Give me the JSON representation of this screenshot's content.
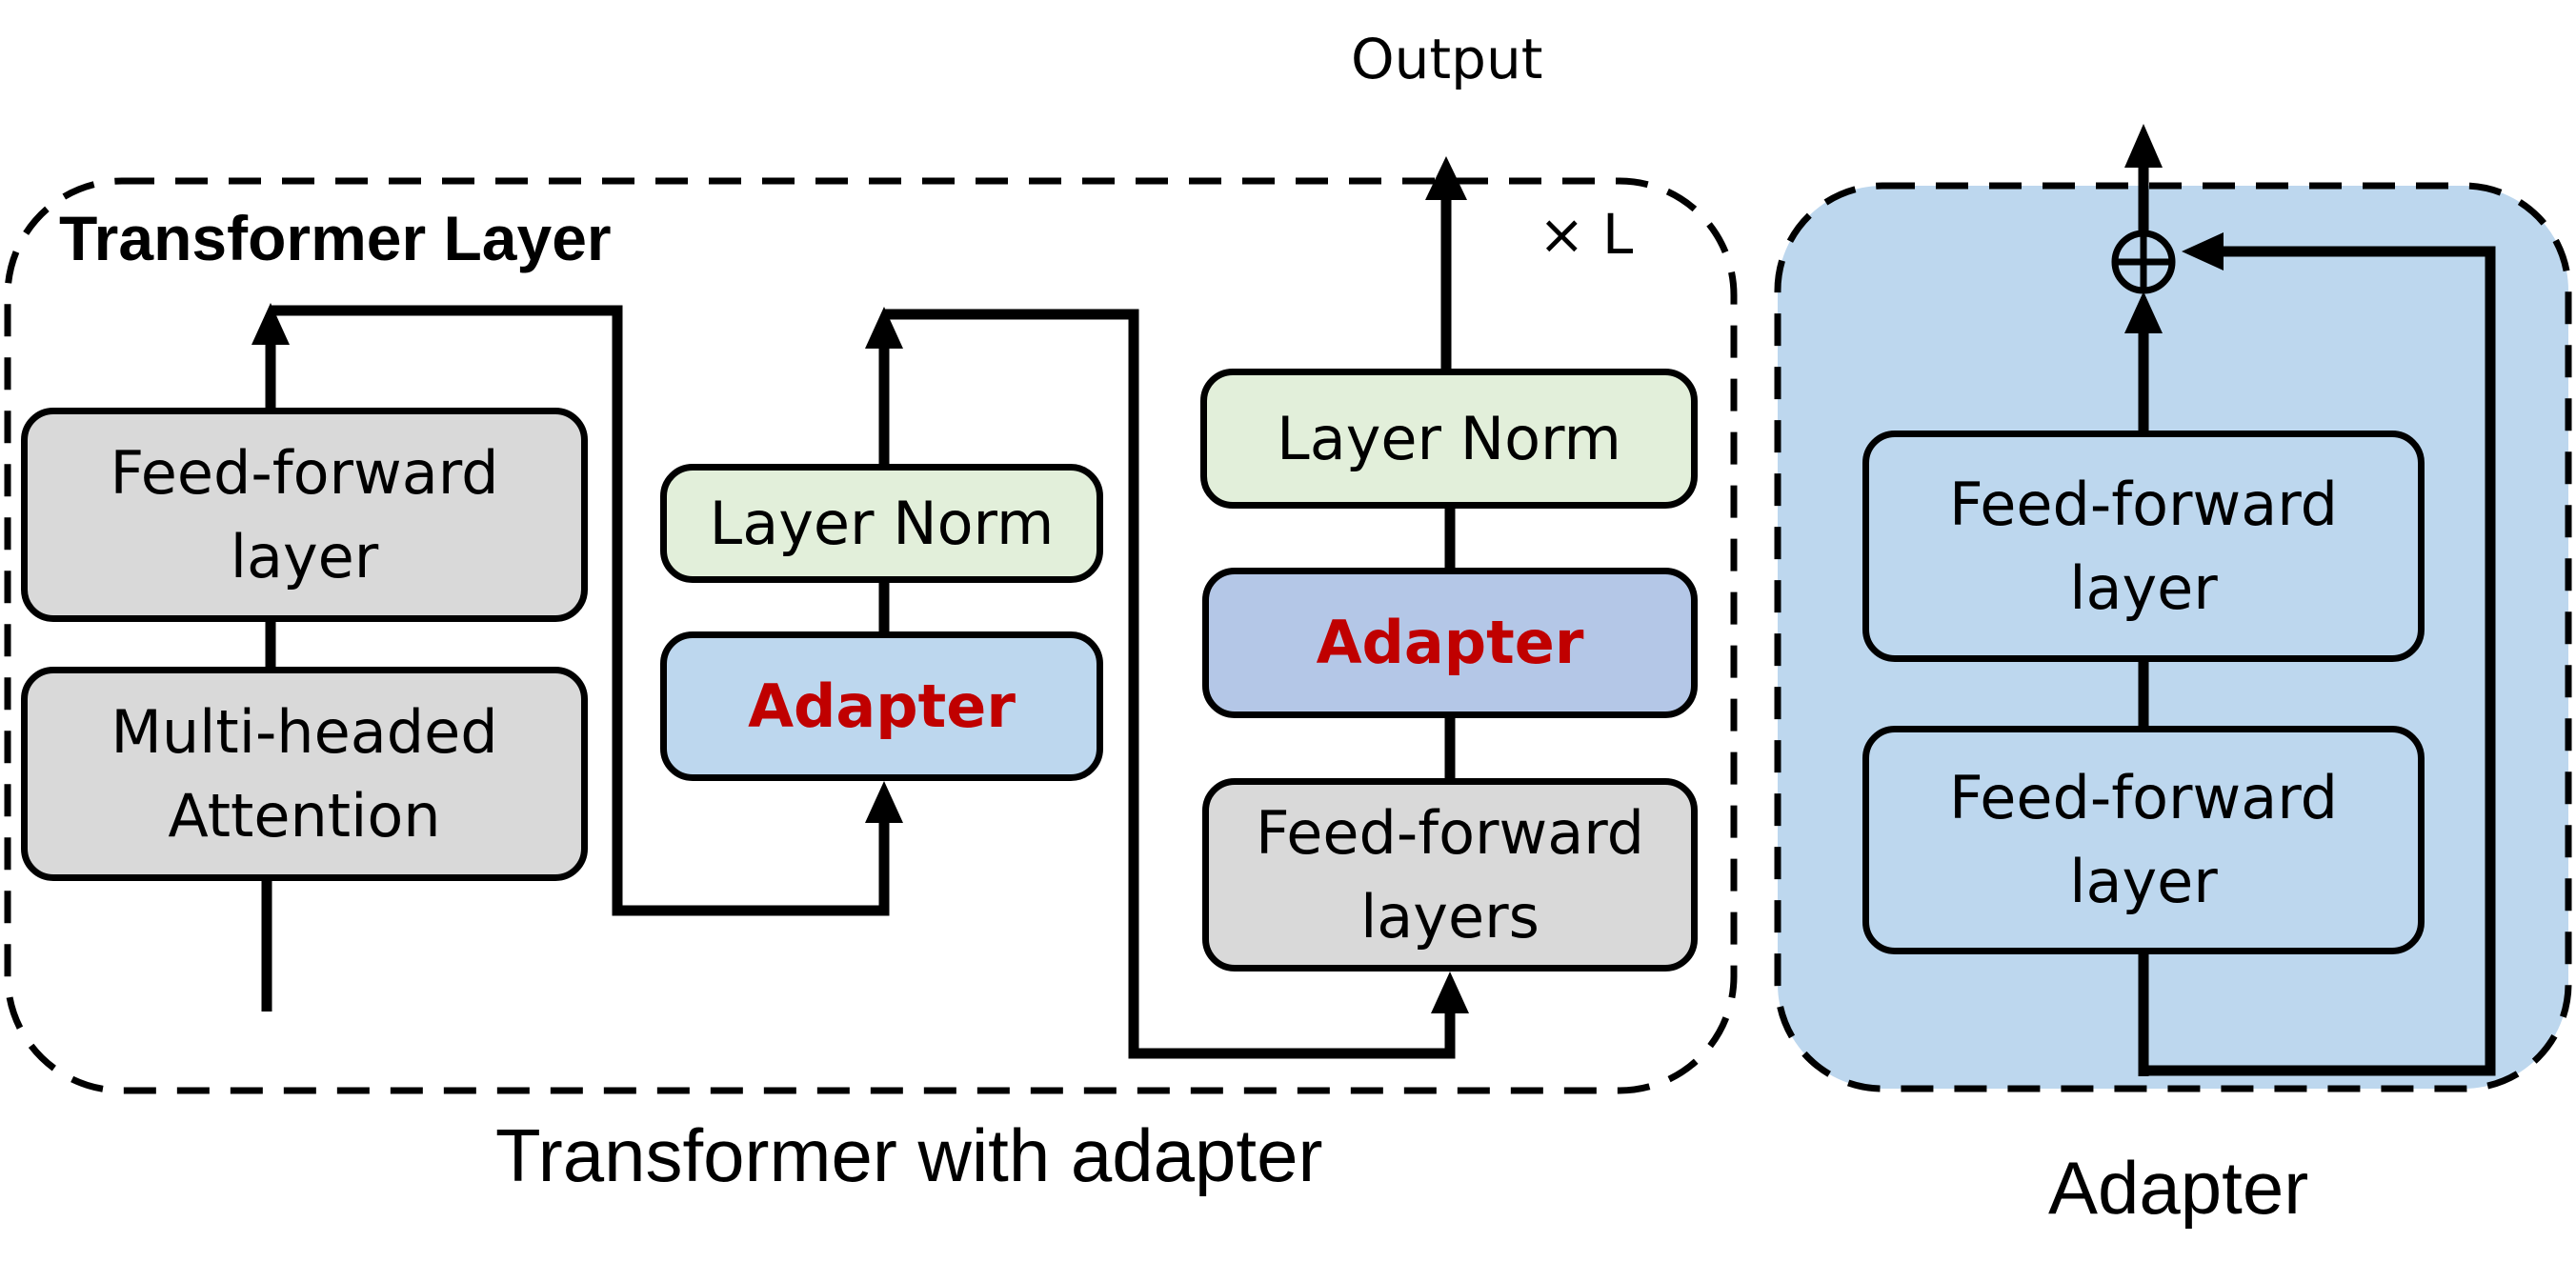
{
  "output_label": "Output",
  "repeat_label": "× L",
  "transformer": {
    "title": "Transformer Layer",
    "caption": "Transformer with adapter",
    "col1": {
      "ffn": [
        "Feed-forward",
        "layer"
      ],
      "attention": [
        "Multi-headed",
        "Attention"
      ]
    },
    "col2": {
      "layer_norm": "Layer Norm",
      "adapter": "Adapter"
    },
    "col3": {
      "layer_norm": "Layer Norm",
      "adapter": "Adapter",
      "ffn": [
        "Feed-forward",
        "layers"
      ]
    }
  },
  "adapter_panel": {
    "caption": "Adapter",
    "ffn_top": [
      "Feed-forward",
      "layer"
    ],
    "ffn_bottom": [
      "Feed-forward",
      "layer"
    ],
    "sum_symbol": "⊕"
  },
  "colors": {
    "gray_box": "#d9d9d9",
    "green_box": "#e2efda",
    "light_blue_box": "#bdd7ee",
    "blue_box": "#b4c7e7",
    "adapter_text": "#c00000",
    "panel_fill": "#bdd7ee"
  }
}
